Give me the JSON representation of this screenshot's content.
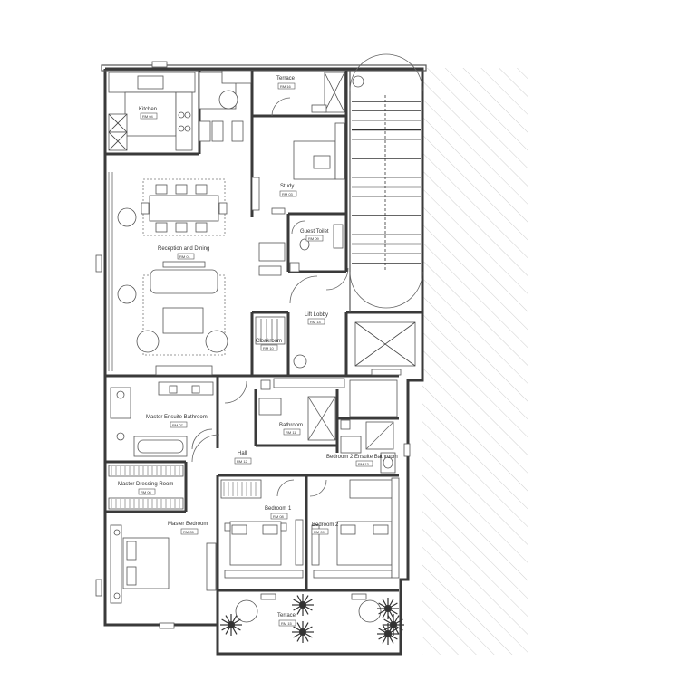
{
  "rooms": {
    "kitchen": {
      "name": "Kitchen",
      "code": "RM 04"
    },
    "terrace_top": {
      "name": "Terrace",
      "code": "RM 16"
    },
    "study": {
      "name": "Study",
      "code": "RM 03"
    },
    "guest_toilet": {
      "name": "Guest Toilet",
      "code": "RM 09"
    },
    "reception": {
      "name": "Reception and Dining",
      "code": "RM 01"
    },
    "lift_lobby": {
      "name": "Lift Lobby",
      "code": "RM 14"
    },
    "cloakroom": {
      "name": "Cloakroom",
      "code": "RM 10"
    },
    "master_bath": {
      "name": "Master Ensuite Bathroom",
      "code": "RM 07"
    },
    "bathroom": {
      "name": "Bathroom",
      "code": "RM 11"
    },
    "hall": {
      "name": "Hall",
      "code": "RM 12"
    },
    "bed2_bath": {
      "name": "Bedroom 2 Ensuite Bathroom",
      "code": "RM 13"
    },
    "master_dressing": {
      "name": "Master Dressing Room",
      "code": "RM 06"
    },
    "bedroom1": {
      "name": "Bedroom 1",
      "code": "RM 08"
    },
    "bedroom2": {
      "name": "Bedroom 2",
      "code": "RM 09"
    },
    "master_bedroom": {
      "name": "Master Bedroom",
      "code": "RM 05"
    },
    "terrace_bottom": {
      "name": "Terrace",
      "code": "RM 15"
    }
  }
}
